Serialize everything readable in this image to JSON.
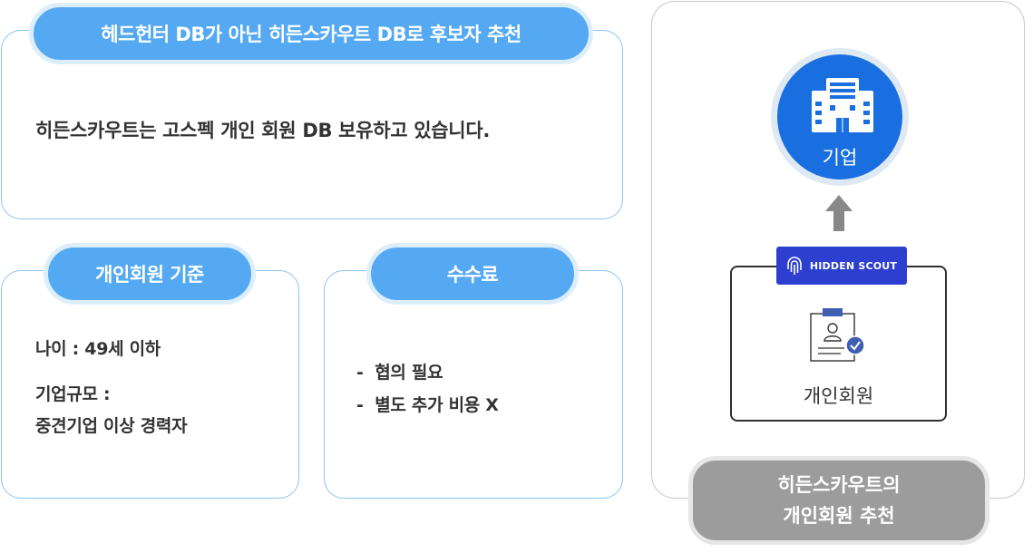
{
  "top_card": {
    "badge": "헤드헌터 DB가 아닌 히든스카우트 DB로 후보자 추천",
    "body": "히든스카우트는 고스펙 개인 회원 DB 보유하고 있습니다."
  },
  "criteria_card": {
    "badge": "개인회원 기준",
    "age": "나이 : 49세 이하",
    "company_size_label": "기업규모 :",
    "company_size_value": "중견기업 이상 경력자"
  },
  "fee_card": {
    "badge": "수수료",
    "items": [
      "-  협의 필요",
      "-  별도 추가 비용 X"
    ]
  },
  "diagram": {
    "company_label": "기업",
    "brand_label": "HIDDEN SCOUT",
    "member_label": "개인회원",
    "caption_line1": "히든스카우트의",
    "caption_line2": "개인회원 추천"
  },
  "colors": {
    "accent_blue": "#55a9f3",
    "company_blue": "#1a6fe0",
    "brand_navy": "#2d3fcf",
    "border_blue": "#8cc4ef",
    "arrow_gray": "#888888",
    "caption_gray": "#9c9c9c"
  },
  "icons": [
    "building-icon",
    "up-arrow-icon",
    "fingerprint-icon",
    "profile-clipboard-icon",
    "check-badge-icon"
  ]
}
